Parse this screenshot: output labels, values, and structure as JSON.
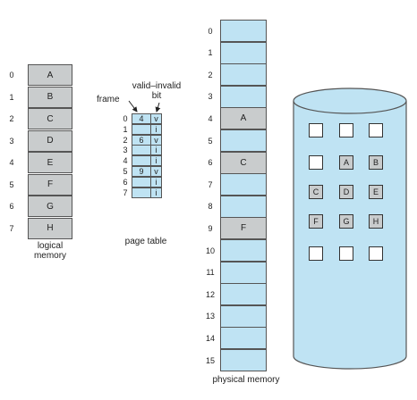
{
  "logical_memory": {
    "label_line1": "logical",
    "label_line2": "memory",
    "pages": [
      {
        "index": "0",
        "content": "A"
      },
      {
        "index": "1",
        "content": "B"
      },
      {
        "index": "2",
        "content": "C"
      },
      {
        "index": "3",
        "content": "D"
      },
      {
        "index": "4",
        "content": "E"
      },
      {
        "index": "5",
        "content": "F"
      },
      {
        "index": "6",
        "content": "G"
      },
      {
        "index": "7",
        "content": "H"
      }
    ]
  },
  "page_table": {
    "label": "page table",
    "frame_label": "frame",
    "valid_invalid_label_line1": "valid–invalid",
    "valid_invalid_label_line2": "bit",
    "entries": [
      {
        "index": "0",
        "frame": "4",
        "bit": "v"
      },
      {
        "index": "1",
        "frame": "",
        "bit": "i"
      },
      {
        "index": "2",
        "frame": "6",
        "bit": "v"
      },
      {
        "index": "3",
        "frame": "",
        "bit": "i"
      },
      {
        "index": "4",
        "frame": "",
        "bit": "i"
      },
      {
        "index": "5",
        "frame": "9",
        "bit": "v"
      },
      {
        "index": "6",
        "frame": "",
        "bit": "i"
      },
      {
        "index": "7",
        "frame": "",
        "bit": "i"
      }
    ]
  },
  "physical_memory": {
    "label": "physical memory",
    "frames": [
      {
        "index": "0",
        "content": ""
      },
      {
        "index": "1",
        "content": ""
      },
      {
        "index": "2",
        "content": ""
      },
      {
        "index": "3",
        "content": ""
      },
      {
        "index": "4",
        "content": "A"
      },
      {
        "index": "5",
        "content": ""
      },
      {
        "index": "6",
        "content": "C"
      },
      {
        "index": "7",
        "content": ""
      },
      {
        "index": "8",
        "content": ""
      },
      {
        "index": "9",
        "content": "F"
      },
      {
        "index": "10",
        "content": ""
      },
      {
        "index": "11",
        "content": ""
      },
      {
        "index": "12",
        "content": ""
      },
      {
        "index": "13",
        "content": ""
      },
      {
        "index": "14",
        "content": ""
      },
      {
        "index": "15",
        "content": ""
      }
    ]
  },
  "backing_store": {
    "rows": [
      [
        "",
        "",
        ""
      ],
      [
        "",
        "A",
        "B"
      ],
      [
        "C",
        "D",
        "E"
      ],
      [
        "F",
        "G",
        "H"
      ],
      [
        "",
        "",
        ""
      ]
    ]
  },
  "colors": {
    "cell_blue": "#bfe3f3",
    "cell_gray": "#c9cccd",
    "disk_blue": "#bfe3f3"
  }
}
